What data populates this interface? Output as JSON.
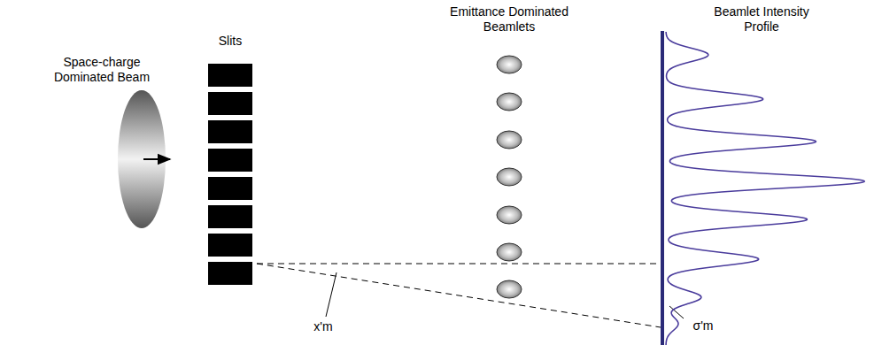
{
  "diagram": {
    "labels": [
      "Space-charge Dominated Beam",
      "Slits",
      "Emittance Dominated Beamlets",
      "Beamlet Intensity Profile",
      "x'm",
      "σ'm"
    ]
  }
}
